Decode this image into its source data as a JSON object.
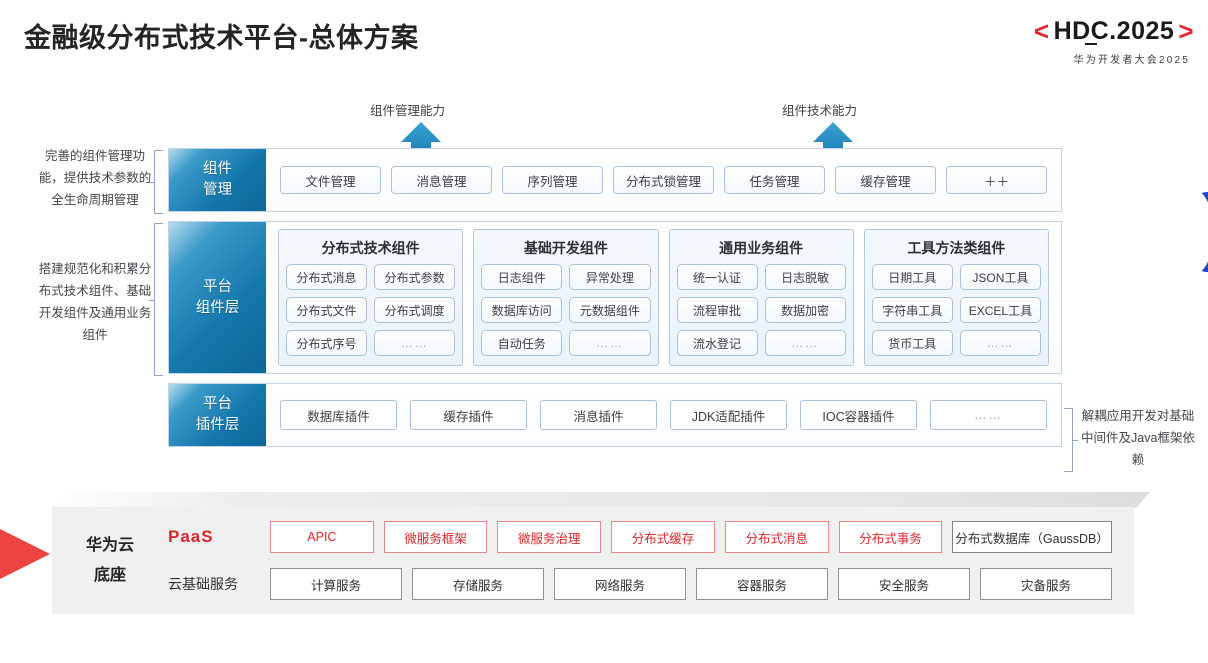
{
  "header": {
    "title": "金融级分布式技术平台-总体方案",
    "logo": {
      "left_bracket": "<",
      "text": "HDC.2025",
      "right_bracket": ">",
      "subtitle": "华为开发者大会2025",
      "bracket_color": "#e3262f"
    }
  },
  "callouts": {
    "arrow_left_label": "组件管理能力",
    "arrow_right_label": "组件技术能力"
  },
  "side_notes": {
    "note_top": "完善的组件管理功能，提供技术参数的全生命周期管理",
    "note_mid": "搭建规范化和积累分布式技术组件、基础开发组件及通用业务组件",
    "note_right": "解耦应用开发对基础中间件及Java框架依赖"
  },
  "layers": {
    "management": {
      "label_line1": "组件",
      "label_line2": "管理",
      "items": [
        "文件管理",
        "消息管理",
        "序列管理",
        "分布式锁管理",
        "任务管理",
        "缓存管理",
        "＋＋"
      ]
    },
    "platform_components": {
      "label_line1": "平台",
      "label_line2": "组件层",
      "groups": [
        {
          "title": "分布式技术组件",
          "items": [
            "分布式消息",
            "分布式参数",
            "分布式文件",
            "分布式调度",
            "分布式序号",
            "……"
          ]
        },
        {
          "title": "基础开发组件",
          "items": [
            "日志组件",
            "异常处理",
            "数据库访问",
            "元数据组件",
            "自动任务",
            "……"
          ]
        },
        {
          "title": "通用业务组件",
          "items": [
            "统一认证",
            "日志脱敏",
            "流程审批",
            "数据加密",
            "流水登记",
            "……"
          ]
        },
        {
          "title": "工具方法类组件",
          "items": [
            "日期工具",
            "JSON工具",
            "字符串工具",
            "EXCEL工具",
            "货币工具",
            "……"
          ]
        }
      ]
    },
    "plugin": {
      "label_line1": "平台",
      "label_line2": "插件层",
      "items": [
        "数据库插件",
        "缓存插件",
        "消息插件",
        "JDK适配插件",
        "IOC容器插件",
        "……"
      ]
    }
  },
  "base": {
    "label_line1": "华为云",
    "label_line2": "底座",
    "paas": {
      "row_label": "PaaS",
      "items": [
        {
          "text": "APIC",
          "style": "red"
        },
        {
          "text": "微服务框架",
          "style": "red"
        },
        {
          "text": "微服务治理",
          "style": "red"
        },
        {
          "text": "分布式缓存",
          "style": "red"
        },
        {
          "text": "分布式消息",
          "style": "red"
        },
        {
          "text": "分布式事务",
          "style": "red"
        },
        {
          "text": "分布式数据库（GaussDB）",
          "style": "gray"
        }
      ]
    },
    "cloud_infra": {
      "row_label": "云基础服务",
      "items": [
        {
          "text": "计算服务",
          "style": "plain"
        },
        {
          "text": "存储服务",
          "style": "plain"
        },
        {
          "text": "网络服务",
          "style": "plain"
        },
        {
          "text": "容器服务",
          "style": "plain"
        },
        {
          "text": "安全服务",
          "style": "plain"
        },
        {
          "text": "灾备服务",
          "style": "plain"
        }
      ]
    }
  },
  "colors": {
    "accent_red": "#e0262d",
    "layer_blue": "#1477ab",
    "arrow_blue": "#1b7fbe",
    "decoration_blue": "#1f46c8",
    "decoration_red": "#ee4540"
  }
}
